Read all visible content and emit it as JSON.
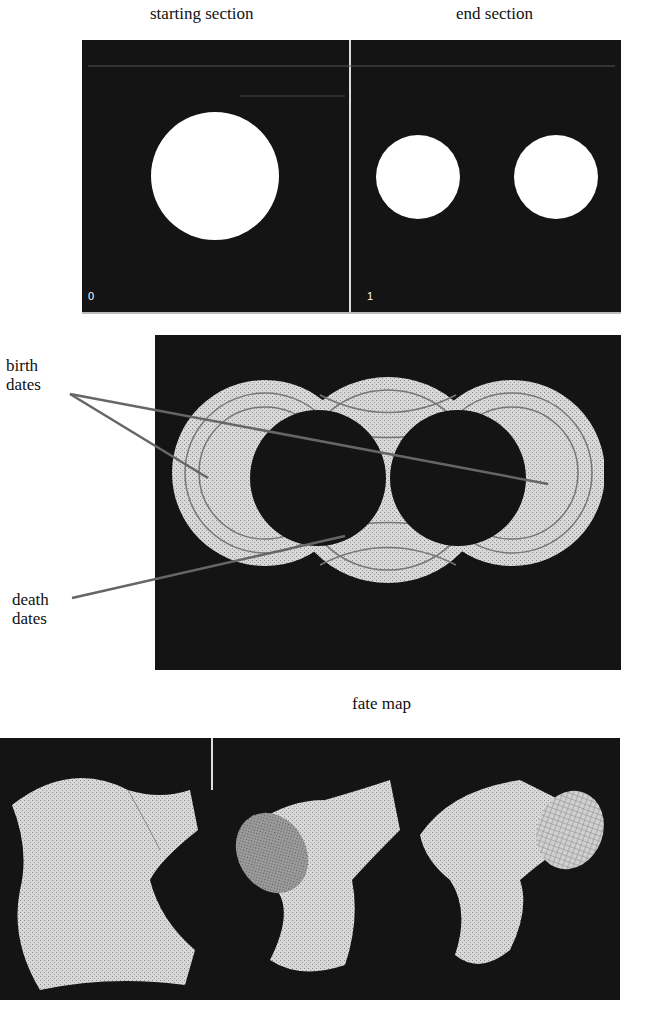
{
  "diagram": {
    "labels": [
      "starting section",
      "end section",
      "0",
      "1",
      "birth dates",
      "death dates",
      "fate map"
    ]
  }
}
